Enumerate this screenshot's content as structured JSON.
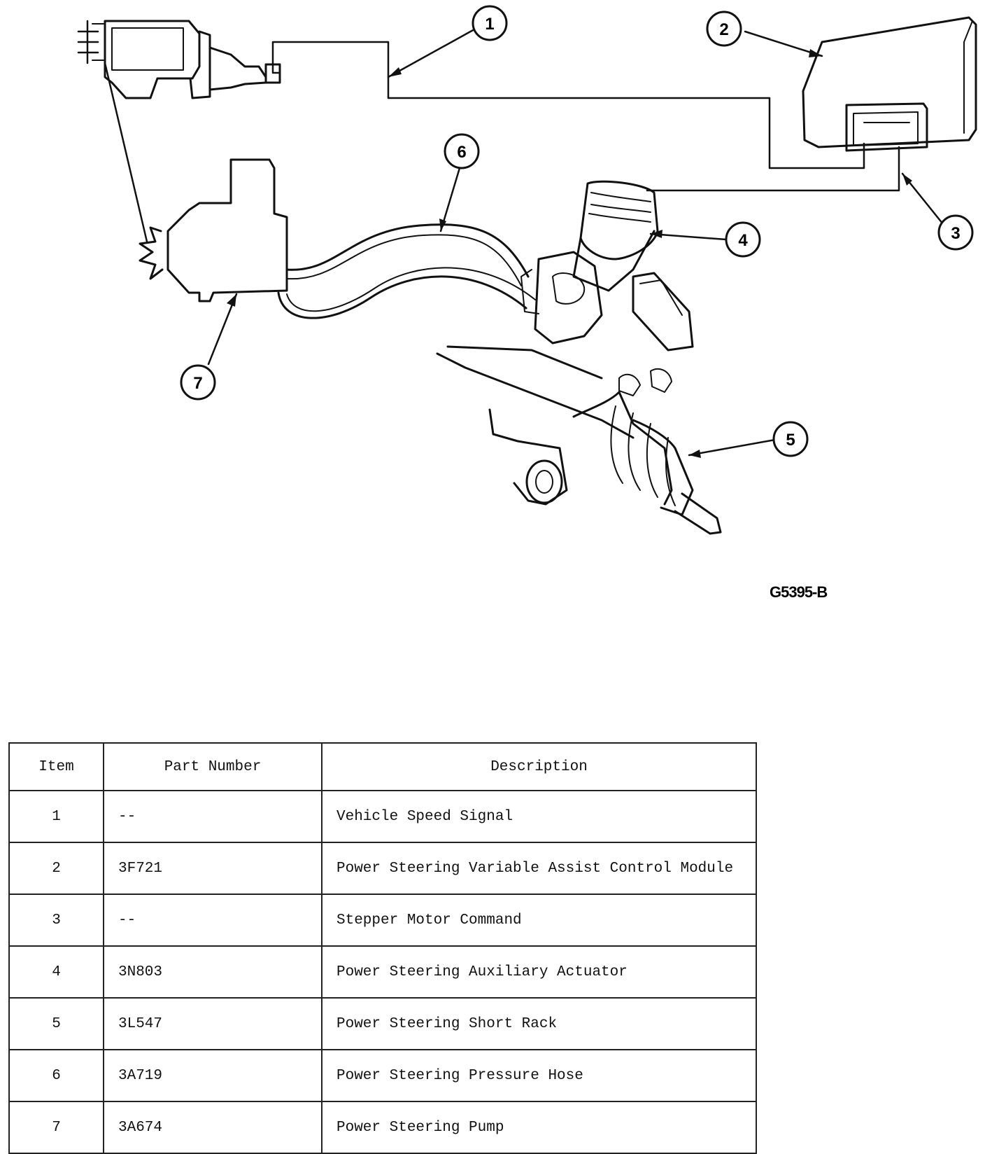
{
  "figure": {
    "code": "G5395-B",
    "callouts": [
      "1",
      "2",
      "3",
      "4",
      "5",
      "6",
      "7"
    ]
  },
  "table": {
    "headers": {
      "item": "Item",
      "part_number": "Part Number",
      "description": "Description"
    },
    "rows": [
      {
        "item": "1",
        "part_number": "--",
        "description": "Vehicle Speed Signal"
      },
      {
        "item": "2",
        "part_number": "3F721",
        "description": "Power Steering Variable Assist Control Module"
      },
      {
        "item": "3",
        "part_number": "--",
        "description": "Stepper Motor Command"
      },
      {
        "item": "4",
        "part_number": "3N803",
        "description": "Power Steering Auxiliary Actuator"
      },
      {
        "item": "5",
        "part_number": "3L547",
        "description": "Power Steering Short Rack"
      },
      {
        "item": "6",
        "part_number": "3A719",
        "description": "Power Steering Pressure Hose"
      },
      {
        "item": "7",
        "part_number": "3A674",
        "description": "Power Steering Pump"
      }
    ]
  }
}
